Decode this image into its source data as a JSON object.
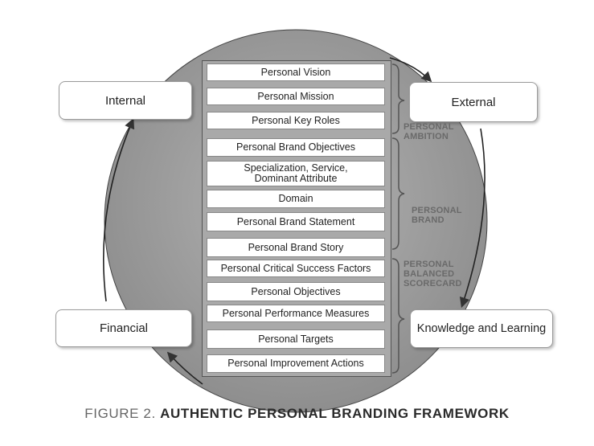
{
  "corners": {
    "internal": "Internal",
    "external": "External",
    "financial": "Financial",
    "learning": "Knowledge and Learning"
  },
  "rows": [
    "Personal Vision",
    "Personal Mission",
    "Personal Key Roles",
    "Personal Brand Objectives",
    "Specialization, Service,\nDominant Attribute",
    "Domain",
    "Personal Brand Statement",
    "Personal Brand Story",
    "Personal Critical Success Factors",
    "Personal Objectives",
    "Personal Performance Measures",
    "Personal Targets",
    "Personal Improvement Actions"
  ],
  "groups": {
    "ambition": "PERSONAL\nAMBITION",
    "brand": "PERSONAL\nBRAND",
    "scorecard": "PERSONAL\nBALANCED\nSCORECARD"
  },
  "caption": {
    "lead": "FIGURE 2.",
    "title": "AUTHENTIC PERSONAL BRANDING FRAMEWORK"
  },
  "colors": {
    "circle": "#9b9b9b",
    "panel": "#a9a9a9",
    "group_label": "#6a6a6a"
  }
}
